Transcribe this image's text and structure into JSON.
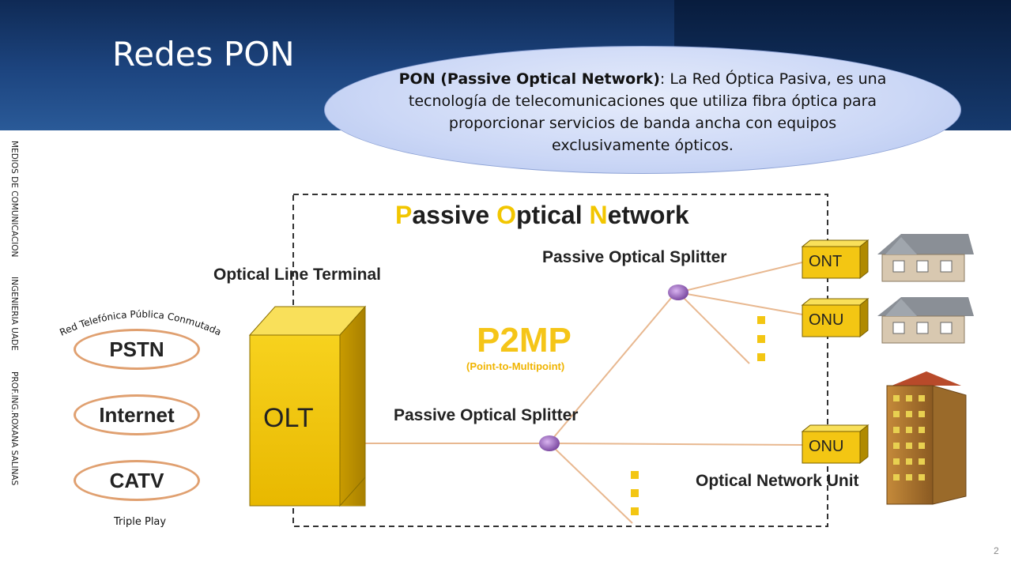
{
  "slide": {
    "title": "Redes PON",
    "page_number": "2"
  },
  "sidebar": {
    "course": "MEDIOS DE COMUNICACION",
    "school": "INGENIERIA  UADE",
    "professor": "PROF.ING.ROXANA SALINAS"
  },
  "definition": {
    "term": "PON (Passive Optical Network)",
    "text": ": La Red Óptica Pasiva, es una tecnología de telecomunicaciones que utiliza fibra óptica para proporcionar servicios de banda ancha con equipos exclusivamente ópticos."
  },
  "diagram": {
    "network_title_parts": [
      "P",
      "assive ",
      "O",
      "ptical ",
      "N",
      "etwork"
    ],
    "olt_label": "Optical Line Terminal",
    "olt_box": "OLT",
    "p2mp": "P2MP",
    "p2mp_sub": "(Point-to-Multipoint)",
    "splitter_top": "Passive Optical Splitter",
    "splitter_bottom": "Passive Optical Splitter",
    "ont": "ONT",
    "onu_1": "ONU",
    "onu_2": "ONU",
    "onu_label": "Optical Network Unit",
    "services_caption": "Red Telefónica Pública Conmutada",
    "services": [
      "PSTN",
      "Internet",
      "CATV"
    ],
    "triple_play": "Triple Play",
    "colors": {
      "accent_yellow": "#f5c518",
      "box_yellow": "#f3c613",
      "fiber": "#e8b890",
      "splitter": "#8a4fb0",
      "service_border": "#e0a070"
    }
  }
}
